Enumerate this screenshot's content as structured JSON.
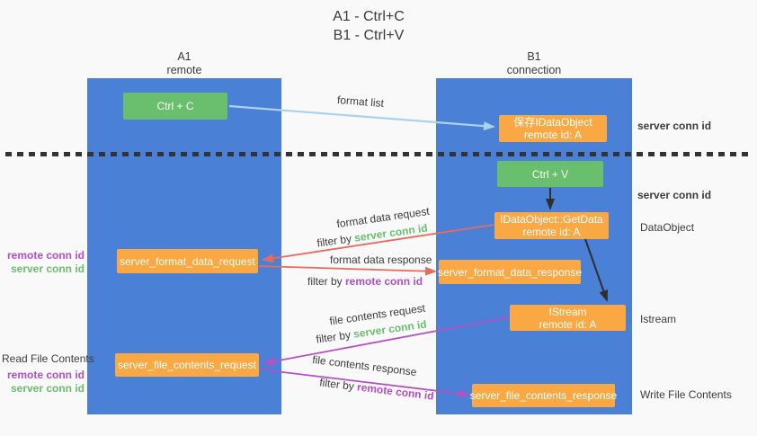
{
  "title": {
    "line1": "A1 - Ctrl+C",
    "line2": "B1 - Ctrl+V"
  },
  "columns": {
    "left": {
      "name": "A1",
      "subtitle": "remote"
    },
    "right": {
      "name": "B1",
      "subtitle": "connection"
    }
  },
  "boxes": {
    "ctrl_c": {
      "label": "Ctrl + C"
    },
    "save_idataobject": {
      "line1": "保存IDataObject",
      "line2": "remote id: A"
    },
    "ctrl_v": {
      "label": "Ctrl + V"
    },
    "getdata": {
      "line1": "IDataObject::GetData",
      "line2": "remote id: A"
    },
    "format_request": {
      "label": "server_format_data_request"
    },
    "format_response": {
      "label": "server_format_data_response"
    },
    "istream": {
      "line1": "IStream",
      "line2": "remote id: A"
    },
    "file_request": {
      "label": "server_file_contents_request"
    },
    "file_response": {
      "label": "server_file_contents_response"
    }
  },
  "arrow_labels": {
    "format_list": "format list",
    "format_data_request": "format data request",
    "format_data_response": "format data response",
    "file_contents_request": "file contents request",
    "file_contents_response": "file contents response",
    "filter_prefix": "filter by ",
    "server_conn_id": "server conn id",
    "remote_conn_id": "remote conn id"
  },
  "side_labels": {
    "server_conn_id_top": "server conn id",
    "server_conn_id_mid": "server conn id",
    "dataobject": "DataObject",
    "istream": "Istream",
    "write_file_contents": "Write File Contents",
    "read_file_contents": "Read File Contents",
    "remote_conn_id_format": "remote conn id",
    "server_conn_id_format": "server conn id",
    "remote_conn_id_file": "remote conn id",
    "server_conn_id_file": "server conn id"
  },
  "colors": {
    "column_blue": "#4a80d6",
    "box_green": "#69bf6d",
    "box_orange": "#f9a843",
    "arrow_red": "#e96a5f",
    "arrow_purple": "#b352c5",
    "arrow_light_blue": "#a9d2ec",
    "arrow_black": "#2f2f2f",
    "conn_id_green": "#6abf6e",
    "conn_id_purple": "#b14fc4",
    "background": "#f9f9f9"
  }
}
